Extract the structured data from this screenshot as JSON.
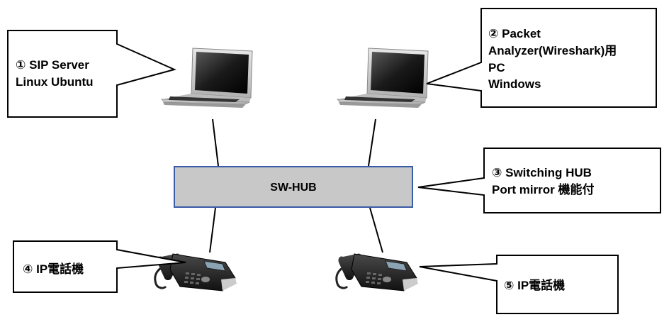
{
  "hub": {
    "label": "SW-HUB"
  },
  "callouts": {
    "sip_server": {
      "lines": [
        "① SIP Server",
        "Linux Ubuntu"
      ]
    },
    "packet_analyzer": {
      "lines": [
        "② Packet",
        "Analyzer(Wireshark)用",
        "PC",
        "Windows"
      ]
    },
    "switching_hub": {
      "lines": [
        "③ Switching HUB",
        "Port mirror 機能付"
      ]
    },
    "ip_phone_4": {
      "lines": [
        "④ IP電話機"
      ]
    },
    "ip_phone_5": {
      "lines": [
        "⑤ IP電話機"
      ]
    }
  },
  "colors": {
    "hub_fill": "#c8c8c8",
    "hub_border": "#3a5ba6",
    "line": "#000000"
  }
}
